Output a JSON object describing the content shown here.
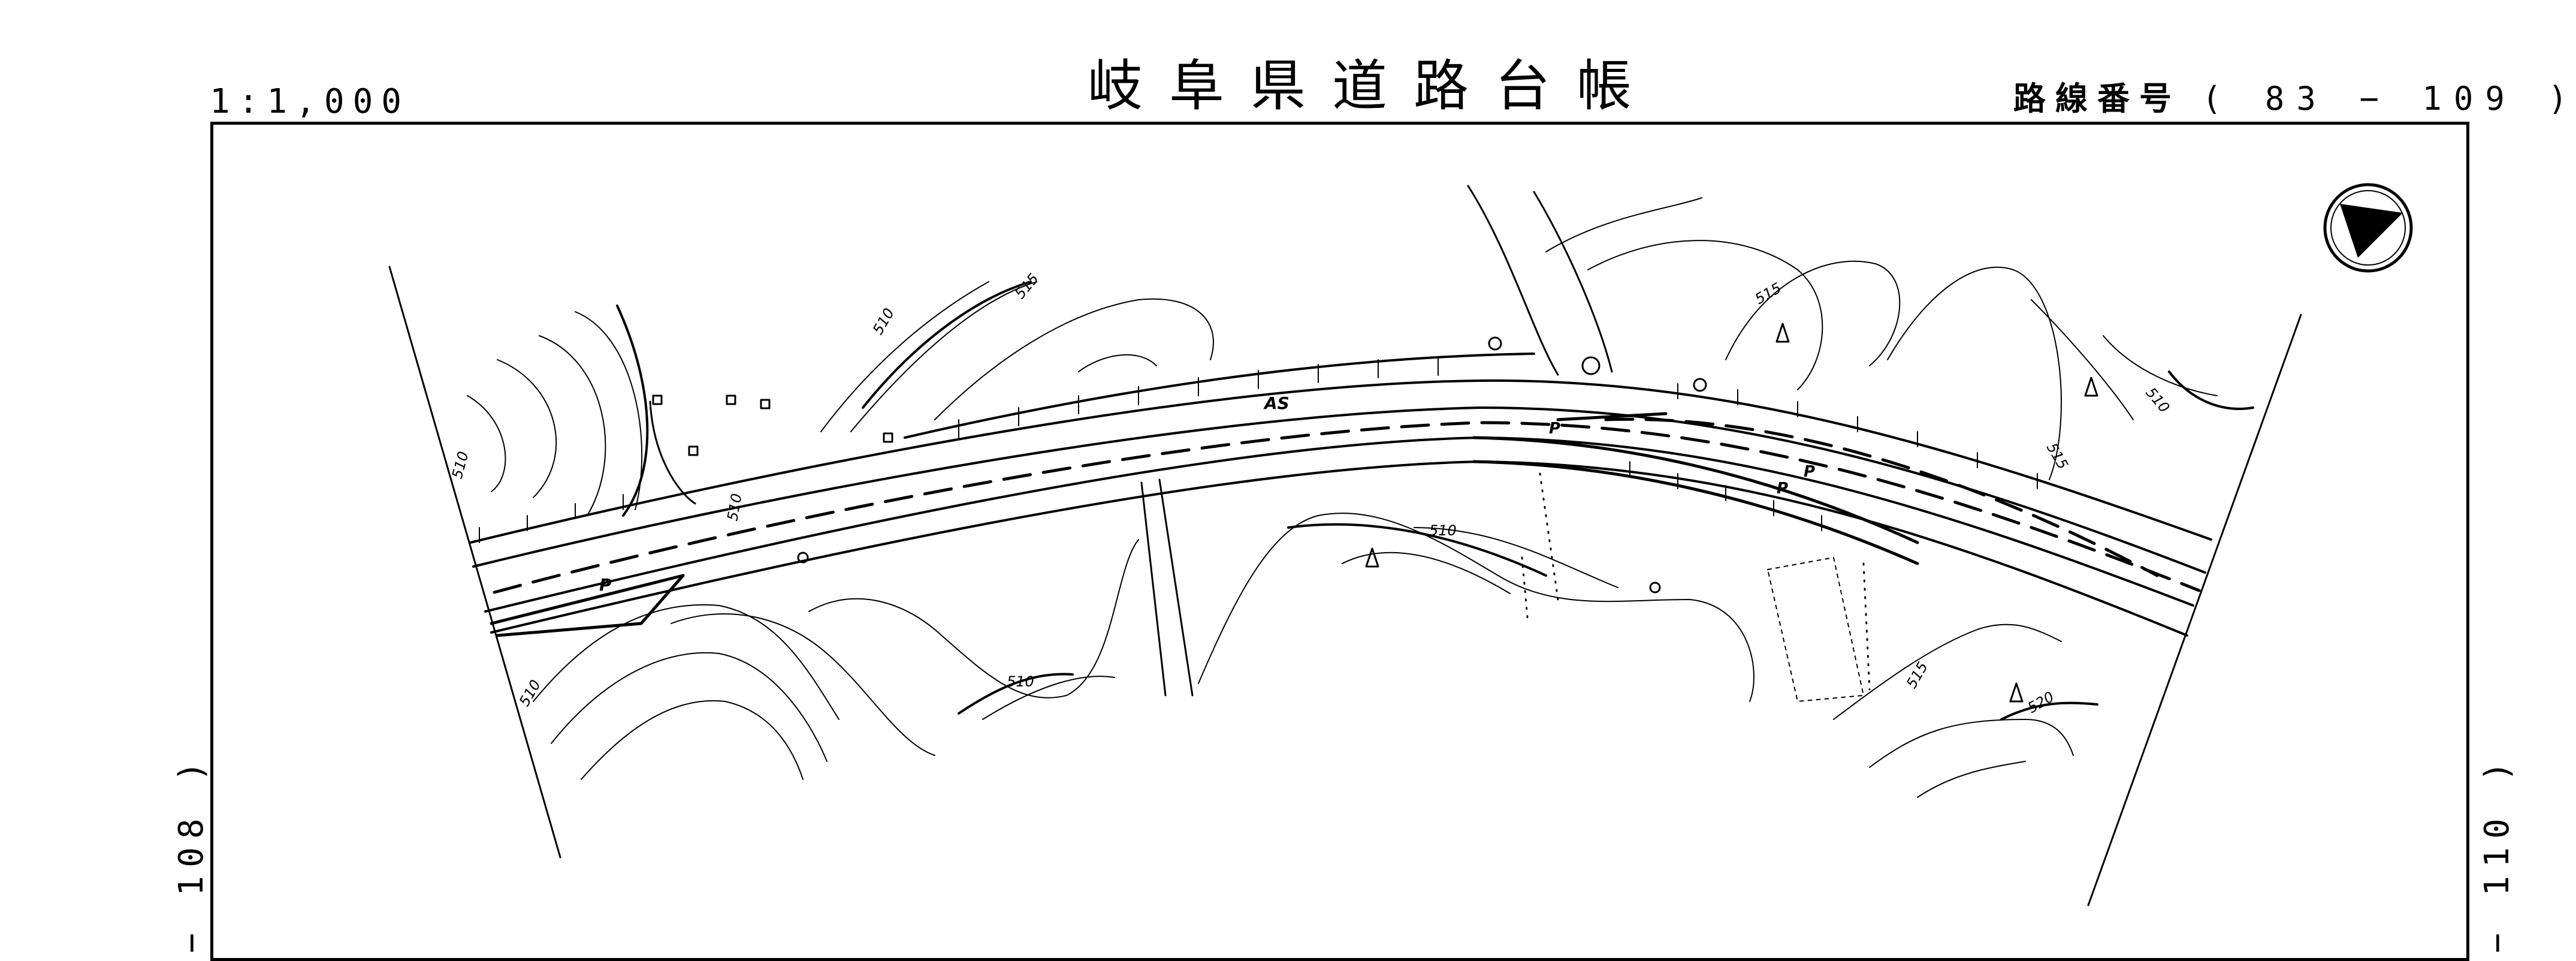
{
  "header": {
    "scale": "1:1,000",
    "title": "岐阜県道路台帳",
    "route_label": "路線番号",
    "route_number": "( 83 − 109 )"
  },
  "adjacent_sheets": {
    "left": "− 108 )",
    "right": "− 110 )"
  },
  "map": {
    "road_surface_label": "AS",
    "parking_labels": [
      "P",
      "P",
      "P",
      "P"
    ],
    "contour_labels": [
      "510",
      "515",
      "510",
      "515",
      "510",
      "510",
      "510",
      "510",
      "515",
      "515",
      "520",
      "510"
    ],
    "north_arrow_icon": "north-arrow-icon",
    "line_color": "#000000"
  }
}
